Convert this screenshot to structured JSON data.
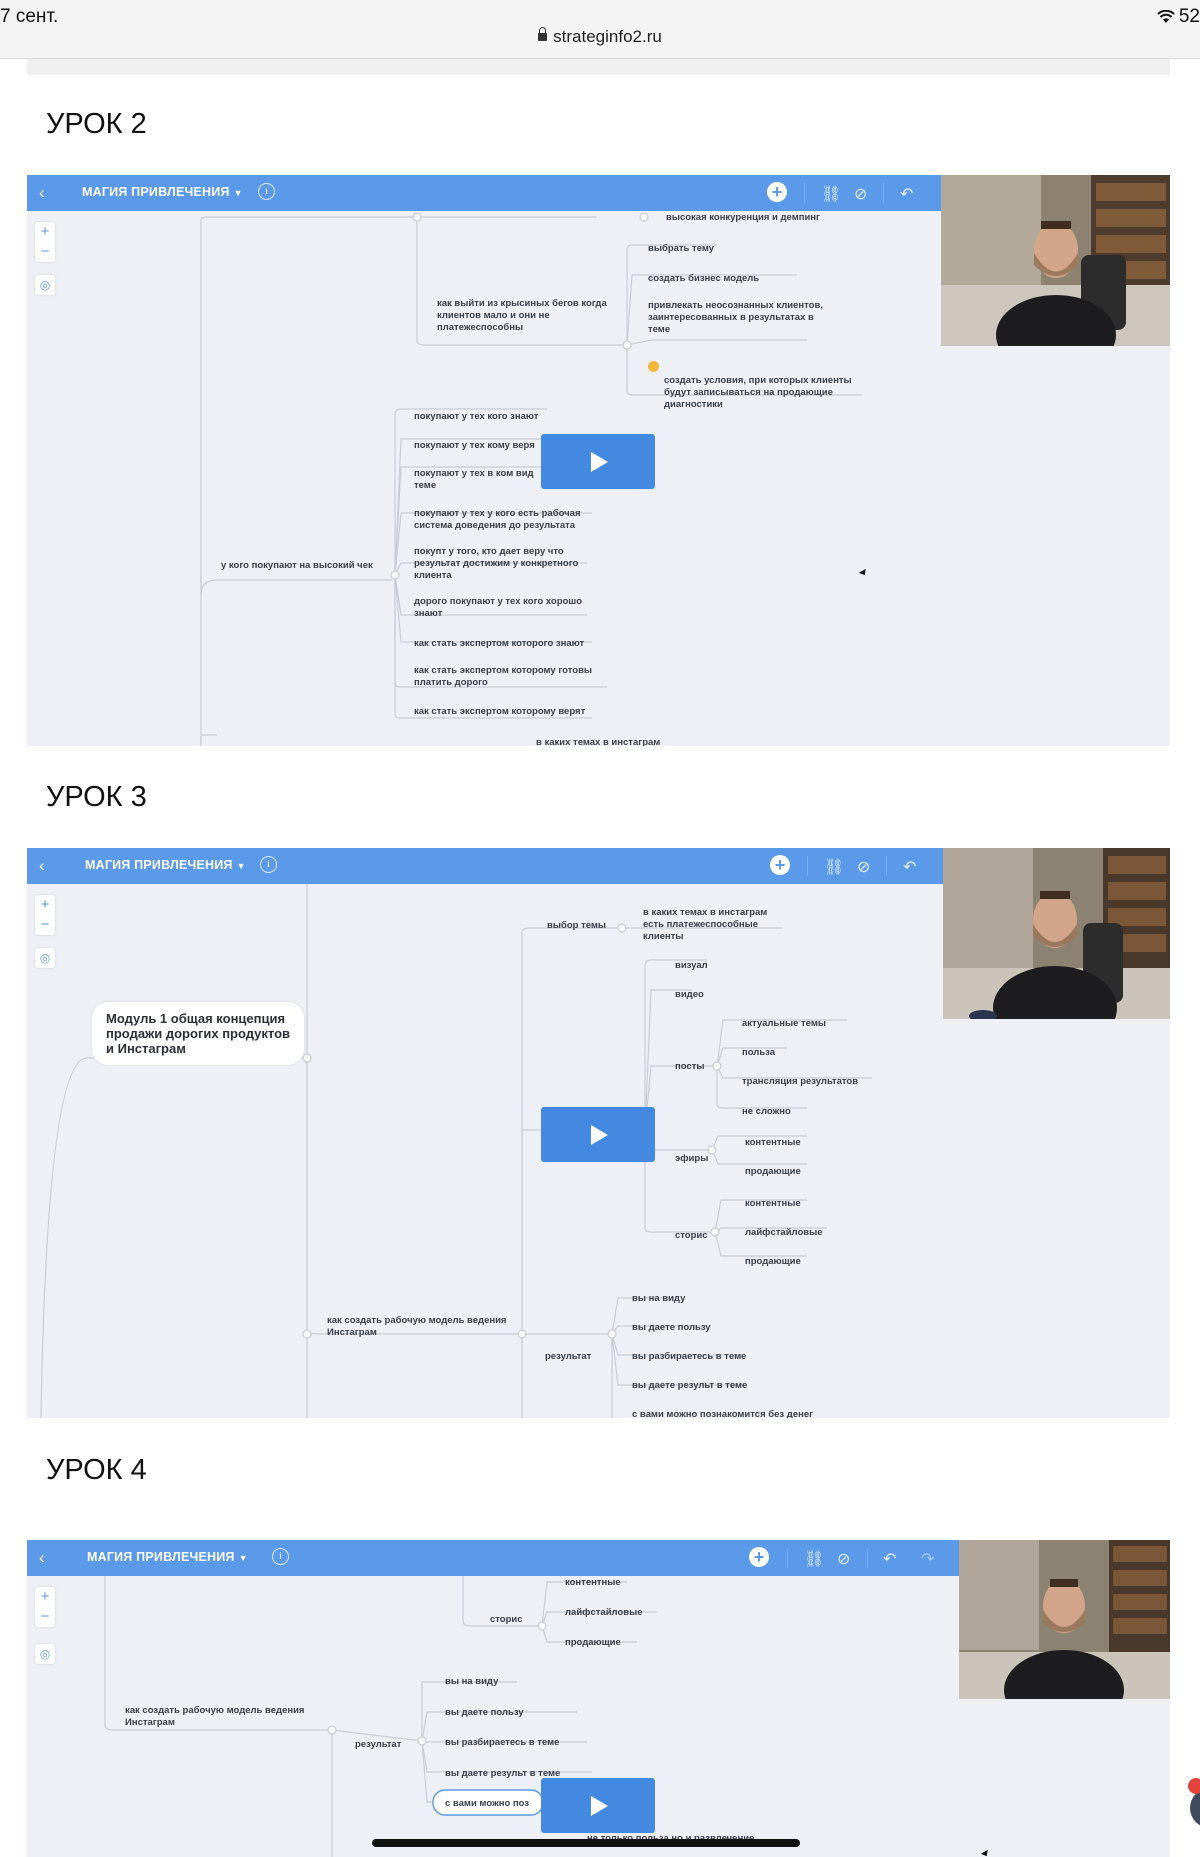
{
  "status_bar": {
    "time": "7 сент.",
    "battery": "52",
    "url": "strateginfo2.ru"
  },
  "lessons": [
    {
      "title": "УРОК 2",
      "toolbar": {
        "back": "‹",
        "title": "МАГИЯ ПРИВЛЕЧЕНИЯ",
        "info": "i"
      },
      "nodes": {
        "n0": "высокая конкуренция и демпинг",
        "n1": "выбрать тему",
        "n2": "создать бизнес модель",
        "n3": "привлекать неосознанных клиентов,\nзаинтересованных в результатах в\nтеме",
        "n4": "создать условия, при которых клиенты\nбудут записываться на продающие\nдиагностики",
        "n5": "как выйти из крысиных бегов когда\nклиентов мало и они не\nплатежеспособны",
        "n6": "покупают у тех кого знают",
        "n7": "покупают у тех кому веря",
        "n8": "покупают у тех в ком вид\nтеме",
        "n9": "покупают у тех у кого есть рабочая\nсистема доведения до результата",
        "n10": "покупт у того, кто дает веру что\nрезультат достижим у конкретного\nклиента",
        "n11": "дорого покупают у тех кого хорошо\nзнают",
        "n12": "как стать экспертом которого знают",
        "n13": "как стать экспертом которому готовы\nплатить дорого",
        "n14": "как стать экспертом которому верят",
        "n15": "у кого покупают на высокий чек",
        "n16": "в каких темах в инстаграм"
      }
    },
    {
      "title": "УРОК 3",
      "toolbar": {
        "back": "‹",
        "title": "МАГИЯ ПРИВЛЕЧЕНИЯ",
        "info": "i"
      },
      "module": "Модуль 1 общая концепция\nпродажи дорогих продуктов\nи Инстаграм",
      "nodes": {
        "m0": "выбор темы",
        "m1": "в каких темах в инстаграм\nесть платежеспособные\nклиенты",
        "m2": "визуал",
        "m3": "видео",
        "m4": "актуальные темы",
        "m5": "польза",
        "m6": "посты",
        "m7": "трансляция результатов",
        "m8": "не сложно",
        "m9": "контентные",
        "m10": "эфиры",
        "m11": "продающие",
        "m12": "контентные",
        "m13": "лайфстайловые",
        "m14": "сторис",
        "m15": "продающие",
        "m16": "как создать рабочую модель ведения\nИнстаграм",
        "m17": "вы на виду",
        "m18": "вы даете пользу",
        "m19": "результат",
        "m20": "вы разбираетесь в теме",
        "m21": "вы даете результ в теме",
        "m22": "с вами можно познакомится без денег"
      }
    },
    {
      "title": "УРОК 4",
      "toolbar": {
        "back": "‹",
        "title": "МАГИЯ ПРИВЛЕЧЕНИЯ",
        "info": "i"
      },
      "nodes": {
        "k0": "контентные",
        "k1": "сторис",
        "k2": "лайфстайловые",
        "k3": "продающие",
        "k4": "вы на виду",
        "k5": "как создать рабочую модель ведения\nИнстаграм",
        "k6": "вы даете пользу",
        "k7": "результат",
        "k8": "вы разбираетесь в теме",
        "k9": "вы даете результ в теме",
        "k10": "с вами можно поз",
        "k11": "не только польза но и развлечение"
      }
    }
  ],
  "colors": {
    "toolbar": "#5a9ae8",
    "play": "#4389e1",
    "canvas": "#eef0f5"
  }
}
